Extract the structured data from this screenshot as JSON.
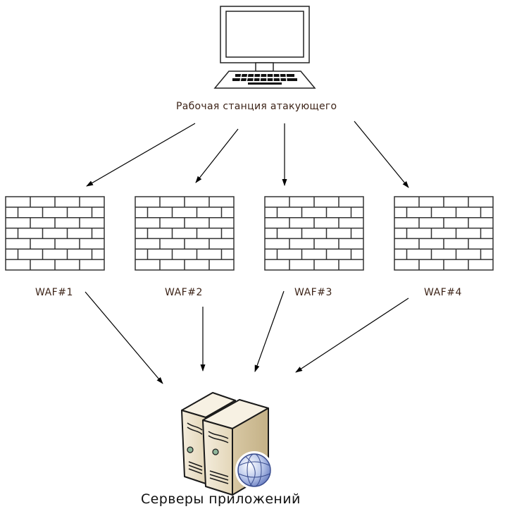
{
  "attacker": {
    "label": "Рабочая станция атакующего",
    "icon": "computer-workstation-icon"
  },
  "wafs": [
    {
      "label": "WAF#1",
      "icon": "firewall-brick-wall-icon"
    },
    {
      "label": "WAF#2",
      "icon": "firewall-brick-wall-icon"
    },
    {
      "label": "WAF#3",
      "icon": "firewall-brick-wall-icon"
    },
    {
      "label": "WAF#4",
      "icon": "firewall-brick-wall-icon"
    }
  ],
  "servers": {
    "label": "Серверы приложений",
    "icon": "app-server-globe-icon"
  },
  "colors": {
    "label_text": "#3d2418",
    "arrow": "#000000",
    "server_body": "#efe6d2",
    "globe": "#aab8e0"
  },
  "edges": [
    {
      "from": "attacker",
      "to": "WAF#1"
    },
    {
      "from": "attacker",
      "to": "WAF#2"
    },
    {
      "from": "attacker",
      "to": "WAF#3"
    },
    {
      "from": "attacker",
      "to": "WAF#4"
    },
    {
      "from": "WAF#1",
      "to": "servers"
    },
    {
      "from": "WAF#2",
      "to": "servers"
    },
    {
      "from": "WAF#3",
      "to": "servers"
    },
    {
      "from": "WAF#4",
      "to": "servers"
    }
  ]
}
